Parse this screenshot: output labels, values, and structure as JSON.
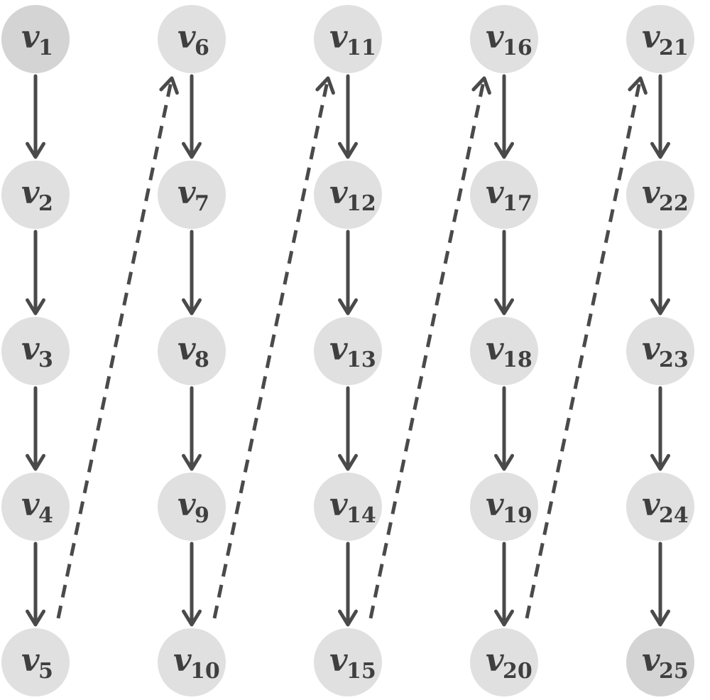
{
  "diagram": {
    "nodes": [
      {
        "id": "v1",
        "letter": "v",
        "sub": "1"
      },
      {
        "id": "v2",
        "letter": "v",
        "sub": "2"
      },
      {
        "id": "v3",
        "letter": "v",
        "sub": "3"
      },
      {
        "id": "v4",
        "letter": "v",
        "sub": "4"
      },
      {
        "id": "v5",
        "letter": "v",
        "sub": "5"
      },
      {
        "id": "v6",
        "letter": "v",
        "sub": "6"
      },
      {
        "id": "v7",
        "letter": "v",
        "sub": "7"
      },
      {
        "id": "v8",
        "letter": "v",
        "sub": "8"
      },
      {
        "id": "v9",
        "letter": "v",
        "sub": "9"
      },
      {
        "id": "v10",
        "letter": "v",
        "sub": "10"
      },
      {
        "id": "v11",
        "letter": "v",
        "sub": "11"
      },
      {
        "id": "v12",
        "letter": "v",
        "sub": "12"
      },
      {
        "id": "v13",
        "letter": "v",
        "sub": "13"
      },
      {
        "id": "v14",
        "letter": "v",
        "sub": "14"
      },
      {
        "id": "v15",
        "letter": "v",
        "sub": "15"
      },
      {
        "id": "v16",
        "letter": "v",
        "sub": "16"
      },
      {
        "id": "v17",
        "letter": "v",
        "sub": "17"
      },
      {
        "id": "v18",
        "letter": "v",
        "sub": "18"
      },
      {
        "id": "v19",
        "letter": "v",
        "sub": "19"
      },
      {
        "id": "v20",
        "letter": "v",
        "sub": "20"
      },
      {
        "id": "v21",
        "letter": "v",
        "sub": "21"
      },
      {
        "id": "v22",
        "letter": "v",
        "sub": "22"
      },
      {
        "id": "v23",
        "letter": "v",
        "sub": "23"
      },
      {
        "id": "v24",
        "letter": "v",
        "sub": "24"
      },
      {
        "id": "v25",
        "letter": "v",
        "sub": "25"
      }
    ],
    "edges": [
      {
        "from": "v1",
        "to": "v2",
        "style": "solid"
      },
      {
        "from": "v2",
        "to": "v3",
        "style": "solid"
      },
      {
        "from": "v3",
        "to": "v4",
        "style": "solid"
      },
      {
        "from": "v4",
        "to": "v5",
        "style": "solid"
      },
      {
        "from": "v5",
        "to": "v6",
        "style": "dashed"
      },
      {
        "from": "v6",
        "to": "v7",
        "style": "solid"
      },
      {
        "from": "v7",
        "to": "v8",
        "style": "solid"
      },
      {
        "from": "v8",
        "to": "v9",
        "style": "solid"
      },
      {
        "from": "v9",
        "to": "v10",
        "style": "solid"
      },
      {
        "from": "v10",
        "to": "v11",
        "style": "dashed"
      },
      {
        "from": "v11",
        "to": "v12",
        "style": "solid"
      },
      {
        "from": "v12",
        "to": "v13",
        "style": "solid"
      },
      {
        "from": "v13",
        "to": "v14",
        "style": "solid"
      },
      {
        "from": "v14",
        "to": "v15",
        "style": "solid"
      },
      {
        "from": "v15",
        "to": "v16",
        "style": "dashed"
      },
      {
        "from": "v16",
        "to": "v17",
        "style": "solid"
      },
      {
        "from": "v17",
        "to": "v18",
        "style": "solid"
      },
      {
        "from": "v18",
        "to": "v19",
        "style": "solid"
      },
      {
        "from": "v19",
        "to": "v20",
        "style": "solid"
      },
      {
        "from": "v20",
        "to": "v21",
        "style": "dashed"
      },
      {
        "from": "v21",
        "to": "v22",
        "style": "solid"
      },
      {
        "from": "v22",
        "to": "v23",
        "style": "solid"
      },
      {
        "from": "v23",
        "to": "v24",
        "style": "solid"
      },
      {
        "from": "v24",
        "to": "v25",
        "style": "solid"
      }
    ],
    "colors": {
      "node_fill": "#e0e0e0",
      "terminal_node_fill": "#d4d4d4",
      "edge": "#4a4a4a",
      "label": "#3f3f3f"
    }
  }
}
